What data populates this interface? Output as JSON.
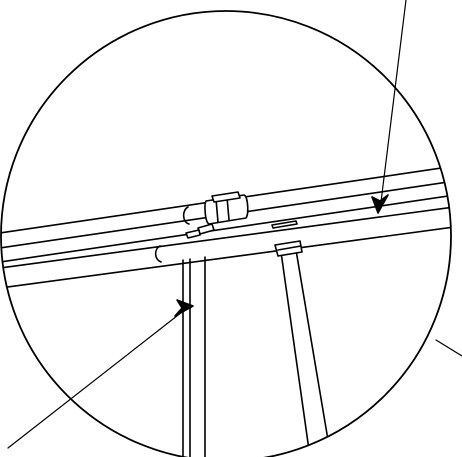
{
  "diagram": {
    "kind": "assembly-detail-callout",
    "stroke_color": "#000000",
    "background_color": "#ffffff",
    "parts": [
      "magnified-detail-circle",
      "upper-horizontal-tube",
      "lower-horizontal-tube",
      "tube-joint-clamp",
      "left-vertical-leg",
      "right-vertical-leg",
      "leg-top-clip",
      "detail-leader-lines",
      "direction-arrows"
    ]
  }
}
